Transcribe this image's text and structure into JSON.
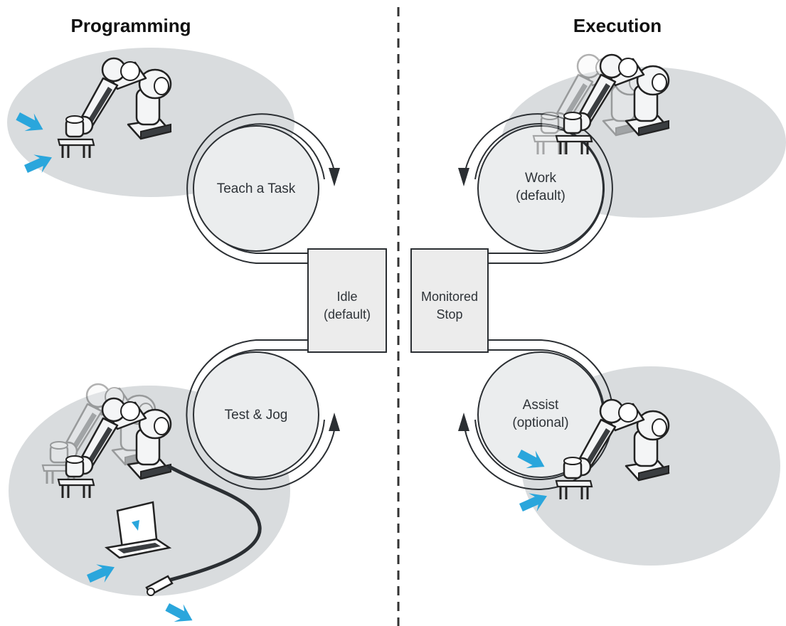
{
  "headings": {
    "left": "Programming",
    "right": "Execution"
  },
  "states": {
    "teach": "Teach a Task",
    "test": "Test & Jog",
    "work": [
      "Work",
      "(default)"
    ],
    "assist": [
      "Assist",
      "(optional)"
    ],
    "idle": [
      "Idle",
      "(default)"
    ],
    "monitored": [
      "Monitored",
      "Stop"
    ]
  },
  "colors": {
    "zone": "#d9dcde",
    "circle_fill": "#ebedee",
    "box_fill": "#ececec",
    "outline": "#2b2f33",
    "arrow_cyan": "#2aa6dc",
    "divider": "#333333"
  },
  "icons": [
    "robot-arm-icon",
    "laptop-icon",
    "pilot-handle-icon",
    "hand-guide-arrow-icon"
  ]
}
